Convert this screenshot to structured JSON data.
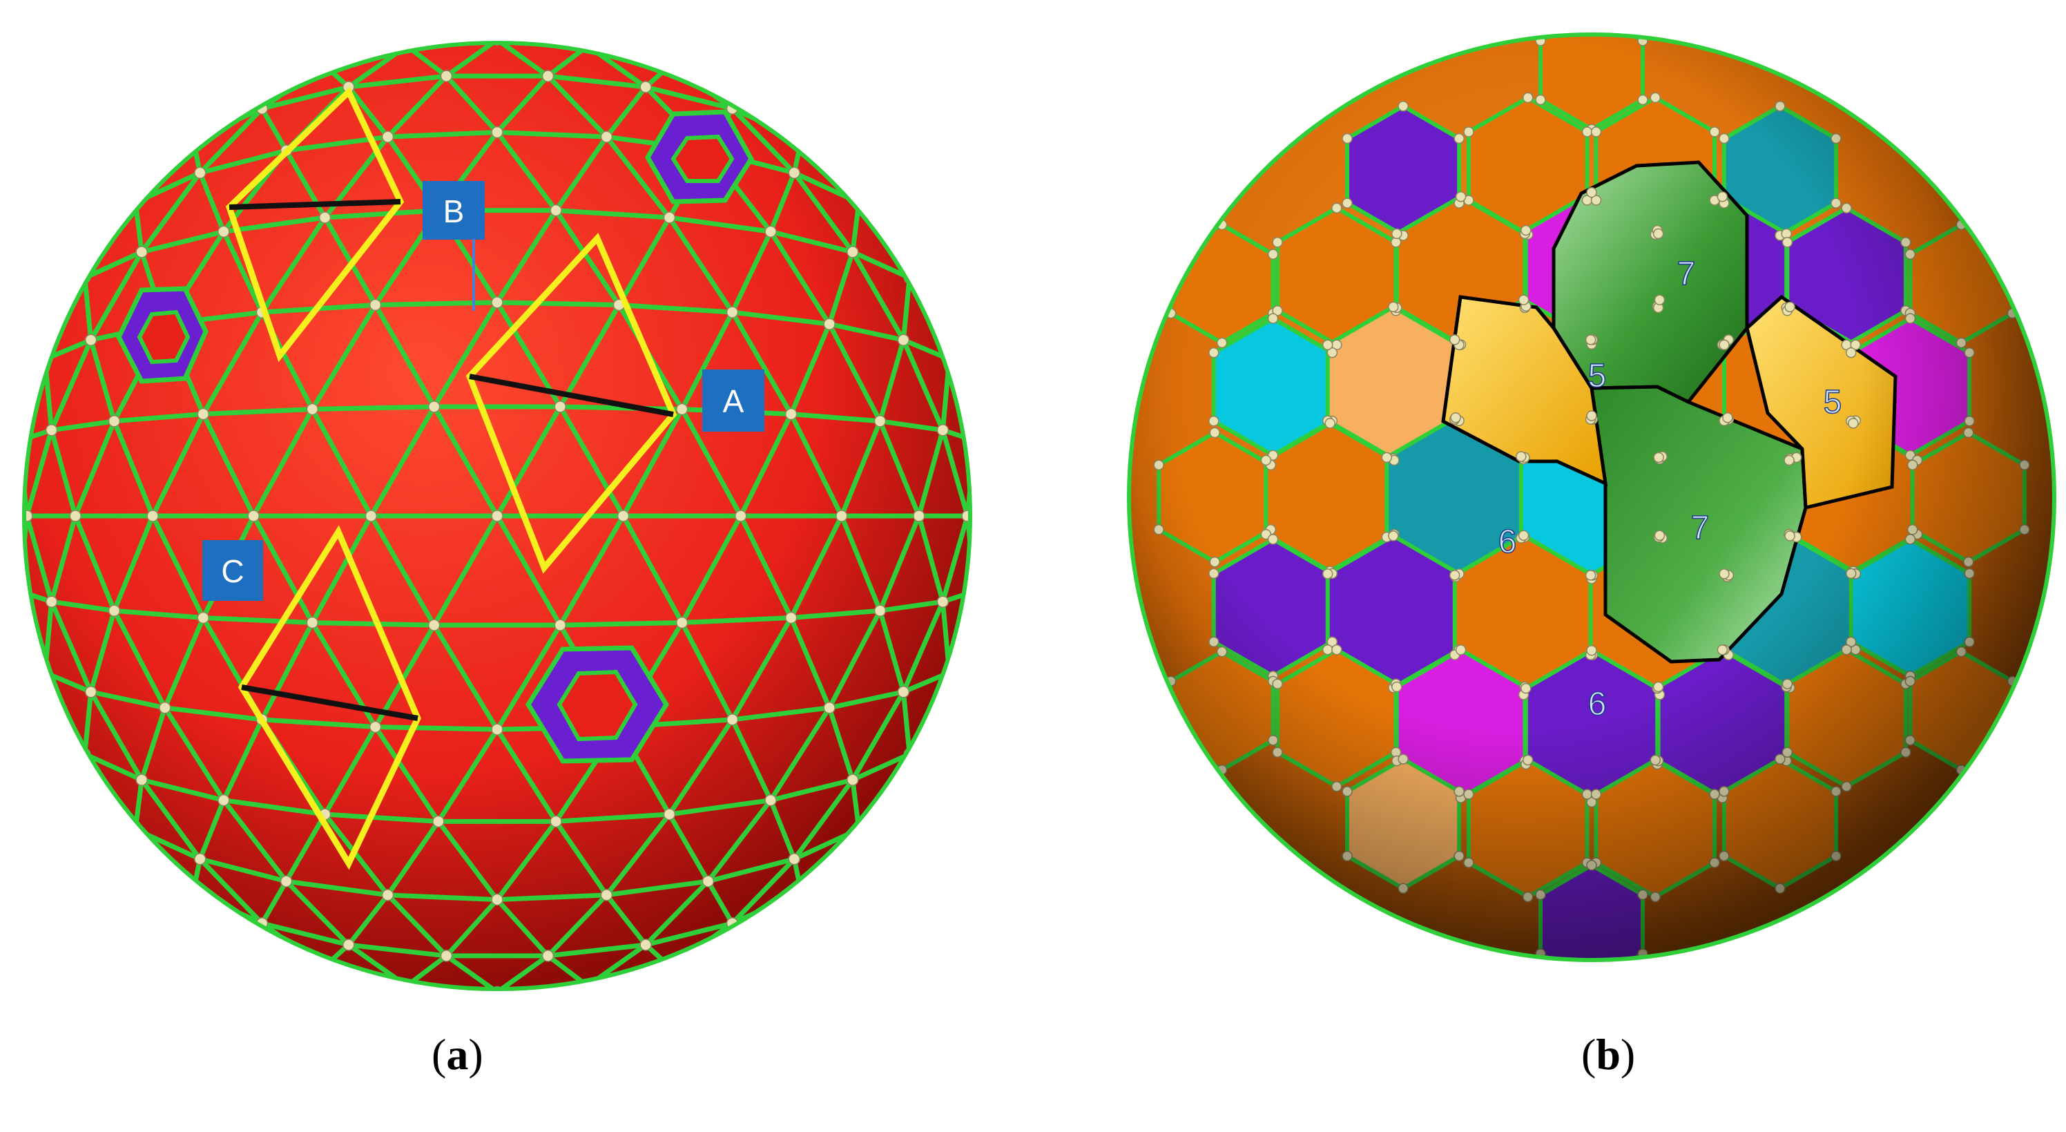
{
  "panels": [
    {
      "id": "a",
      "caption_open": "(",
      "caption_letter": "a",
      "caption_close": ")",
      "markers": [
        "A",
        "B",
        "C"
      ]
    },
    {
      "id": "b",
      "caption_open": "(",
      "caption_letter": "b",
      "caption_close": ")",
      "face_labels": [
        "7",
        "5",
        "5",
        "7",
        "6",
        "6"
      ]
    }
  ],
  "colors": {
    "sphere_a": "#e8201a",
    "sphere_a_dark": "#a10f0a",
    "mesh": "#2fcf3a",
    "node": "#e9e2b4",
    "rhombus": "#f5f01e",
    "chord": "#111111",
    "marker_bg": "#1f6fc1",
    "marker_text": "#ffffff",
    "defect_purple": "#6a1fd0",
    "orange_face": "#e57408",
    "purple_face": "#6a1cc8",
    "cyan_face": "#08c8e0",
    "teal_face": "#169aaa",
    "magenta_face": "#d81ee0",
    "peach_face": "#f7b060",
    "pentagon_face": "#f5b800",
    "heptagon_face": "#2e8f2a",
    "face_label_text": "#d6e4ff"
  }
}
